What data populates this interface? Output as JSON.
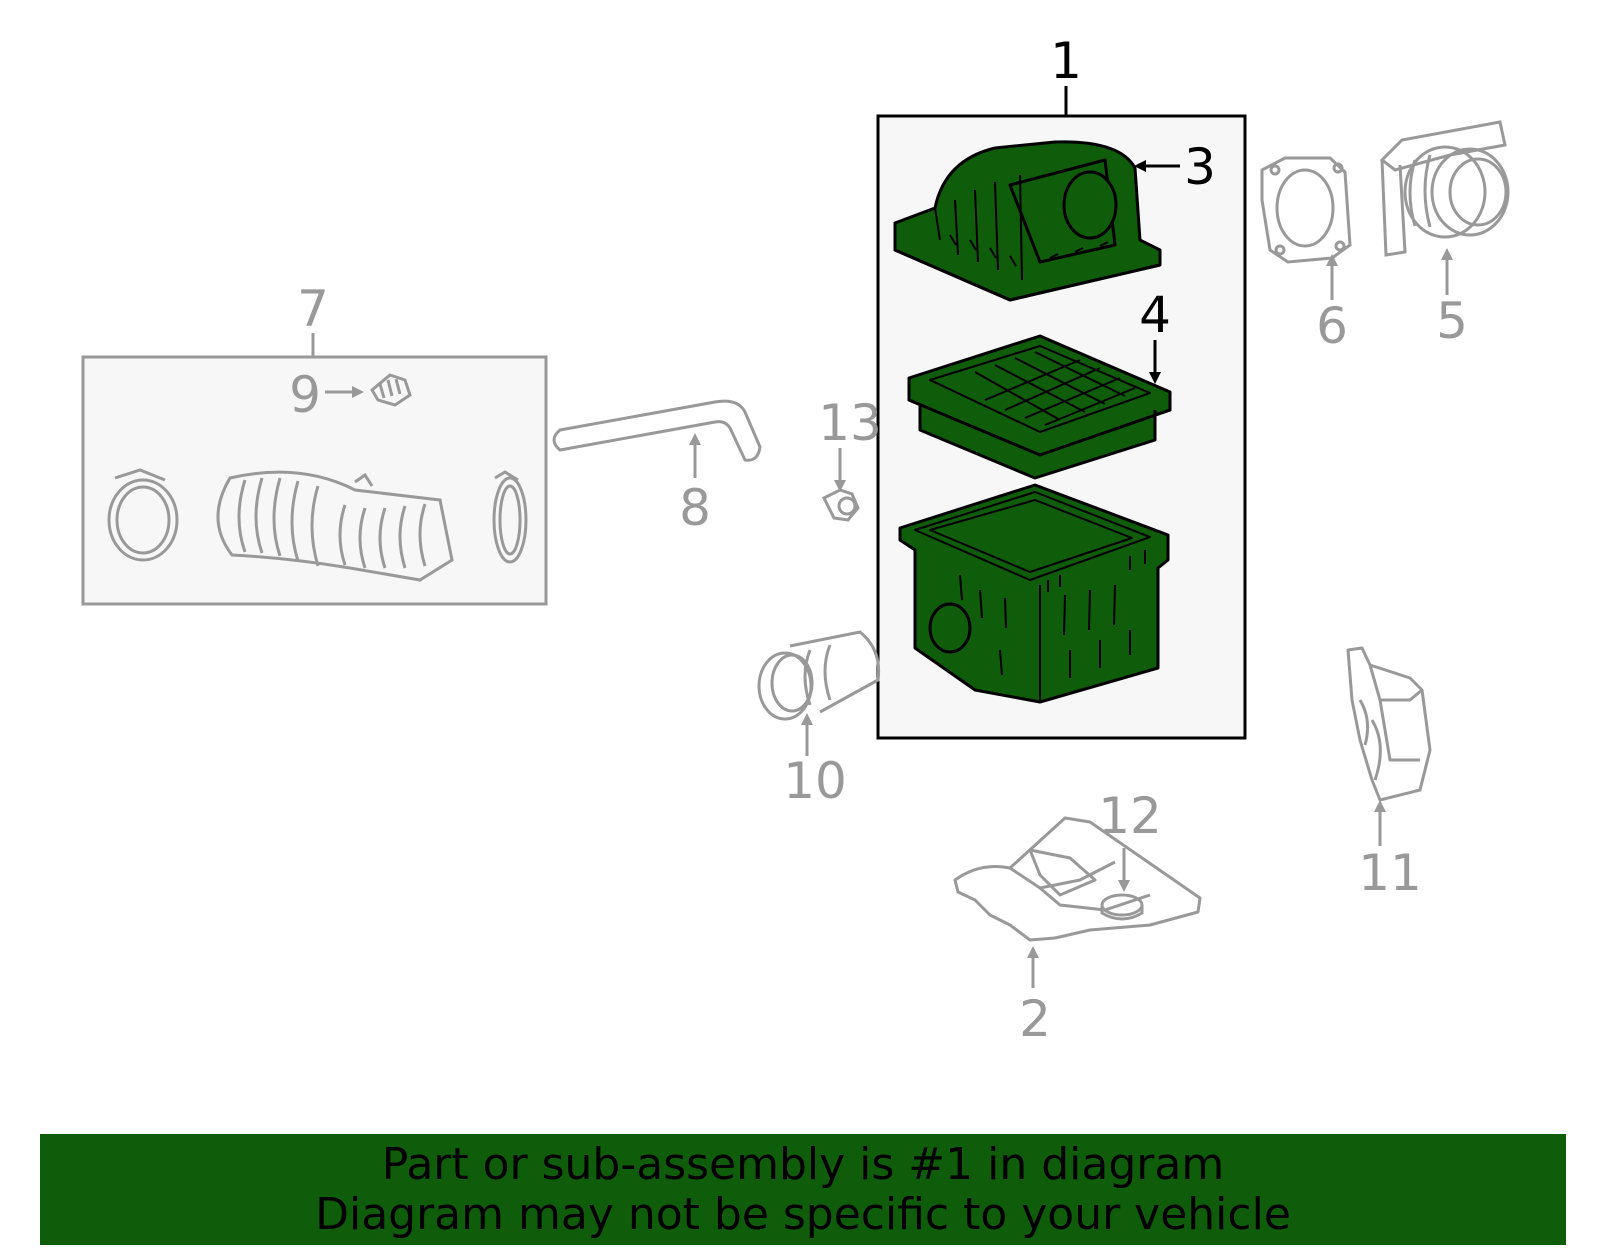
{
  "colors": {
    "highlight_fill": "#0f5c0a",
    "muted_stroke": "#999999",
    "active_stroke": "#000000",
    "box_fill": "#f7f7f7",
    "banner_background": "#0f5c0a"
  },
  "callouts": {
    "c1": "1",
    "c2": "2",
    "c3": "3",
    "c4": "4",
    "c5": "5",
    "c6": "6",
    "c7": "7",
    "c8": "8",
    "c9": "9",
    "c10": "10",
    "c11": "11",
    "c12": "12",
    "c13": "13"
  },
  "banner": {
    "line1": "Part or sub-assembly is #1 in diagram",
    "line2": "Diagram may not be specific to your vehicle"
  }
}
